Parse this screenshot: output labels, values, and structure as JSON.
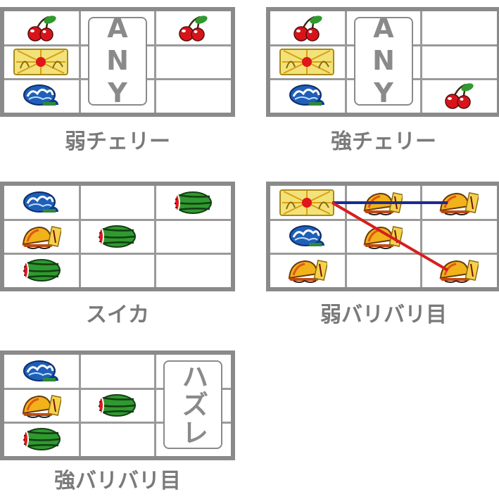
{
  "panels": [
    {
      "label": "弱チェリー",
      "tag": {
        "text": "ANY",
        "reel": 1
      },
      "reels": [
        [
          "cherry",
          "rising-sun",
          "wave"
        ],
        [
          "",
          "",
          ""
        ],
        [
          "cherry",
          "",
          ""
        ]
      ],
      "lines": []
    },
    {
      "label": "強チェリー",
      "tag": {
        "text": "ANY",
        "reel": 1
      },
      "reels": [
        [
          "cherry",
          "rising-sun",
          "wave"
        ],
        [
          "",
          "",
          ""
        ],
        [
          "",
          "",
          "cherry"
        ]
      ],
      "lines": []
    },
    {
      "label": "スイカ",
      "tag": null,
      "reels": [
        [
          "wave",
          "helmet",
          "watermelon"
        ],
        [
          "",
          "watermelon",
          ""
        ],
        [
          "watermelon",
          "",
          ""
        ]
      ],
      "lines": []
    },
    {
      "label": "弱バリバリ目",
      "tag": null,
      "reels": [
        [
          "rising-sun",
          "wave",
          "helmet"
        ],
        [
          "helmet",
          "helmet",
          ""
        ],
        [
          "helmet",
          "",
          "helmet"
        ]
      ],
      "lines": [
        {
          "from": [
            0,
            0
          ],
          "to": [
            2,
            0
          ],
          "color": "#1e2a8c"
        },
        {
          "from": [
            0,
            0
          ],
          "to": [
            2,
            2
          ],
          "color": "#d81e1e"
        }
      ]
    },
    {
      "label": "強バリバリ目",
      "tag": {
        "text": "ハズレ",
        "reel": 2
      },
      "reels": [
        [
          "wave",
          "helmet",
          "watermelon"
        ],
        [
          "",
          "watermelon",
          ""
        ],
        [
          "",
          "",
          ""
        ]
      ],
      "lines": []
    }
  ]
}
